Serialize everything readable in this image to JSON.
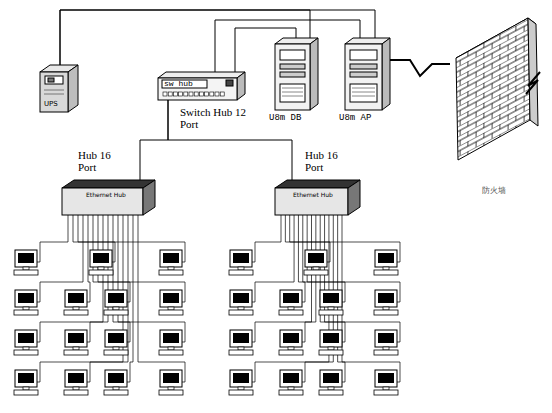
{
  "diagram": {
    "nodes": [
      {
        "text": [
          "UPS"
        ]
      },
      {
        "text": [
          "sw hub",
          "Switch Hub 12 Port"
        ]
      },
      {
        "text": [
          "U8m DB"
        ]
      },
      {
        "text": [
          "U8m AP"
        ]
      },
      {
        "text": [
          "防火墙"
        ]
      },
      {
        "text": [
          "Hub 16 Port",
          "Ethernet Hub"
        ]
      },
      {
        "text": [
          "Hub 16 Port",
          "Ethernet Hub"
        ]
      }
    ],
    "edges": [
      {
        "from": 0,
        "to": 2,
        "arrow": "none"
      },
      {
        "from": 0,
        "to": 3,
        "arrow": "none"
      },
      {
        "from": 1,
        "to": 2,
        "arrow": "none"
      },
      {
        "from": 1,
        "to": 3,
        "arrow": "none"
      },
      {
        "from": 3,
        "to": 4,
        "arrow": "none"
      },
      {
        "from": 1,
        "to": 5,
        "arrow": "none"
      },
      {
        "from": 1,
        "to": 6,
        "arrow": "none"
      }
    ]
  }
}
